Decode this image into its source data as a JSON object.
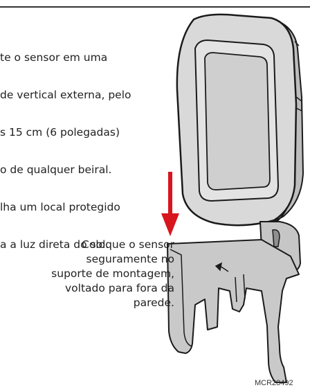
{
  "instruction_top": {
    "lines": [
      "te o sensor em uma",
      "de vertical externa, pelo",
      "s 15 cm (6 polegadas)",
      "o de qualquer beiral.",
      "lha um local protegido",
      "a a luz direta do sol."
    ]
  },
  "instruction_bottom": {
    "lines": [
      "Coloque o sensor",
      "seguramente no",
      "suporte de montagem,",
      "voltado para fora da",
      "parede."
    ]
  },
  "figure_code": "MCR28492",
  "colors": {
    "arrow": "#d7161e",
    "text": "#222222",
    "sensor_body": "#d6d6d6",
    "bracket": "#c4c4c4",
    "outline": "#1a1a1a"
  }
}
